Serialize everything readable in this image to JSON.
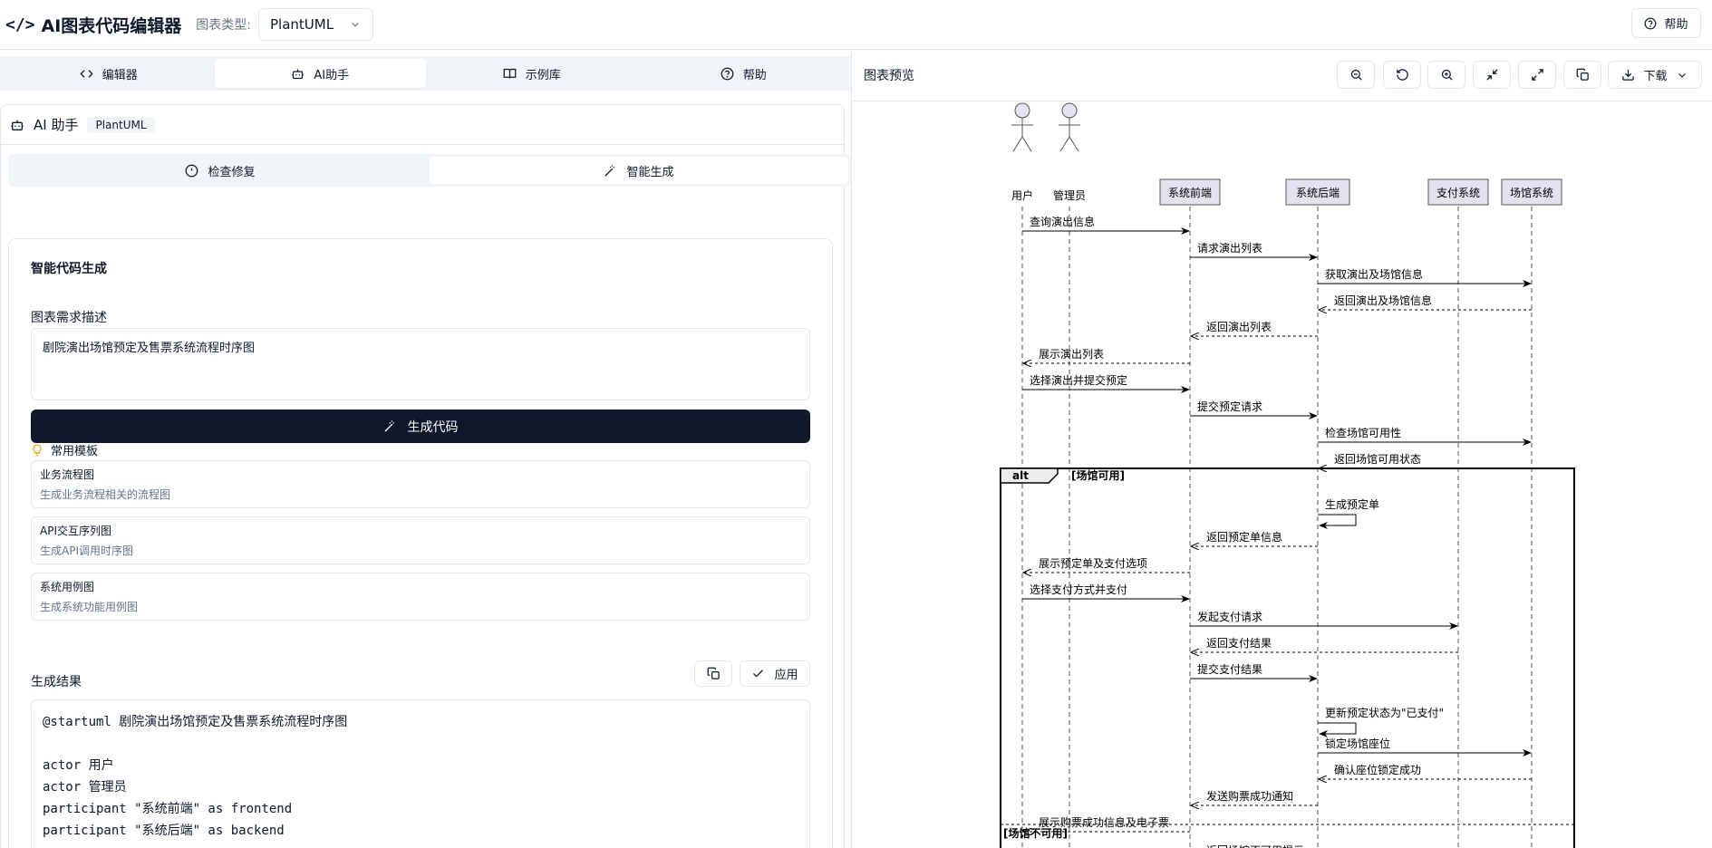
{
  "app": {
    "title": "AI图表代码编辑器",
    "type_label": "图表类型:",
    "type_value": "PlantUML",
    "help": "帮助"
  },
  "tabs": [
    {
      "label": "编辑器",
      "icon": "code-icon"
    },
    {
      "label": "AI助手",
      "icon": "bot-icon"
    },
    {
      "label": "示例库",
      "icon": "book-icon"
    },
    {
      "label": "帮助",
      "icon": "help-circle-icon"
    }
  ],
  "ai": {
    "title": "AI 助手",
    "badge": "PlantUML",
    "subtabs": [
      {
        "label": "检查修复"
      },
      {
        "label": "智能生成"
      }
    ],
    "gen_title": "智能代码生成",
    "req_label": "图表需求描述",
    "req_value": "剧院演出场馆预定及售票系统流程时序图",
    "gen_button": "生成代码",
    "templates_title": "常用模板",
    "templates": [
      {
        "name": "业务流程图",
        "desc": "生成业务流程相关的流程图"
      },
      {
        "name": "API交互序列图",
        "desc": "生成API调用时序图"
      },
      {
        "name": "系统用例图",
        "desc": "生成系统功能用例图"
      }
    ],
    "result_label": "生成结果",
    "apply": "应用",
    "code": "@startuml 剧院演出场馆预定及售票系统流程时序图\n\nactor 用户\nactor 管理员\nparticipant \"系统前端\" as frontend\nparticipant \"系统后端\" as backend"
  },
  "preview": {
    "title": "图表预览",
    "download": "下载",
    "participants": [
      "用户",
      "管理员",
      "系统前端",
      "系统后端",
      "支付系统",
      "场馆系统"
    ],
    "messages": [
      {
        "text": "查询演出信息"
      },
      {
        "text": "请求演出列表"
      },
      {
        "text": "获取演出及场馆信息"
      },
      {
        "text": "返回演出及场馆信息"
      },
      {
        "text": "返回演出列表"
      },
      {
        "text": "展示演出列表"
      },
      {
        "text": "选择演出并提交预定"
      },
      {
        "text": "提交预定请求"
      },
      {
        "text": "检查场馆可用性"
      },
      {
        "text": "返回场馆可用状态"
      },
      {
        "text": "生成预定单"
      },
      {
        "text": "返回预定单信息"
      },
      {
        "text": "展示预定单及支付选项"
      },
      {
        "text": "选择支付方式并支付"
      },
      {
        "text": "发起支付请求"
      },
      {
        "text": "返回支付结果"
      },
      {
        "text": "提交支付结果"
      },
      {
        "text": "更新预定状态为\"已支付\""
      },
      {
        "text": "锁定场馆座位"
      },
      {
        "text": "确认座位锁定成功"
      },
      {
        "text": "发送购票成功通知"
      },
      {
        "text": "展示购票成功信息及电子票"
      },
      {
        "text": "返回场馆不可用提示"
      }
    ],
    "alt_label": "alt",
    "alt_cond": "[场馆可用]",
    "else_cond": "[场馆不可用]"
  }
}
